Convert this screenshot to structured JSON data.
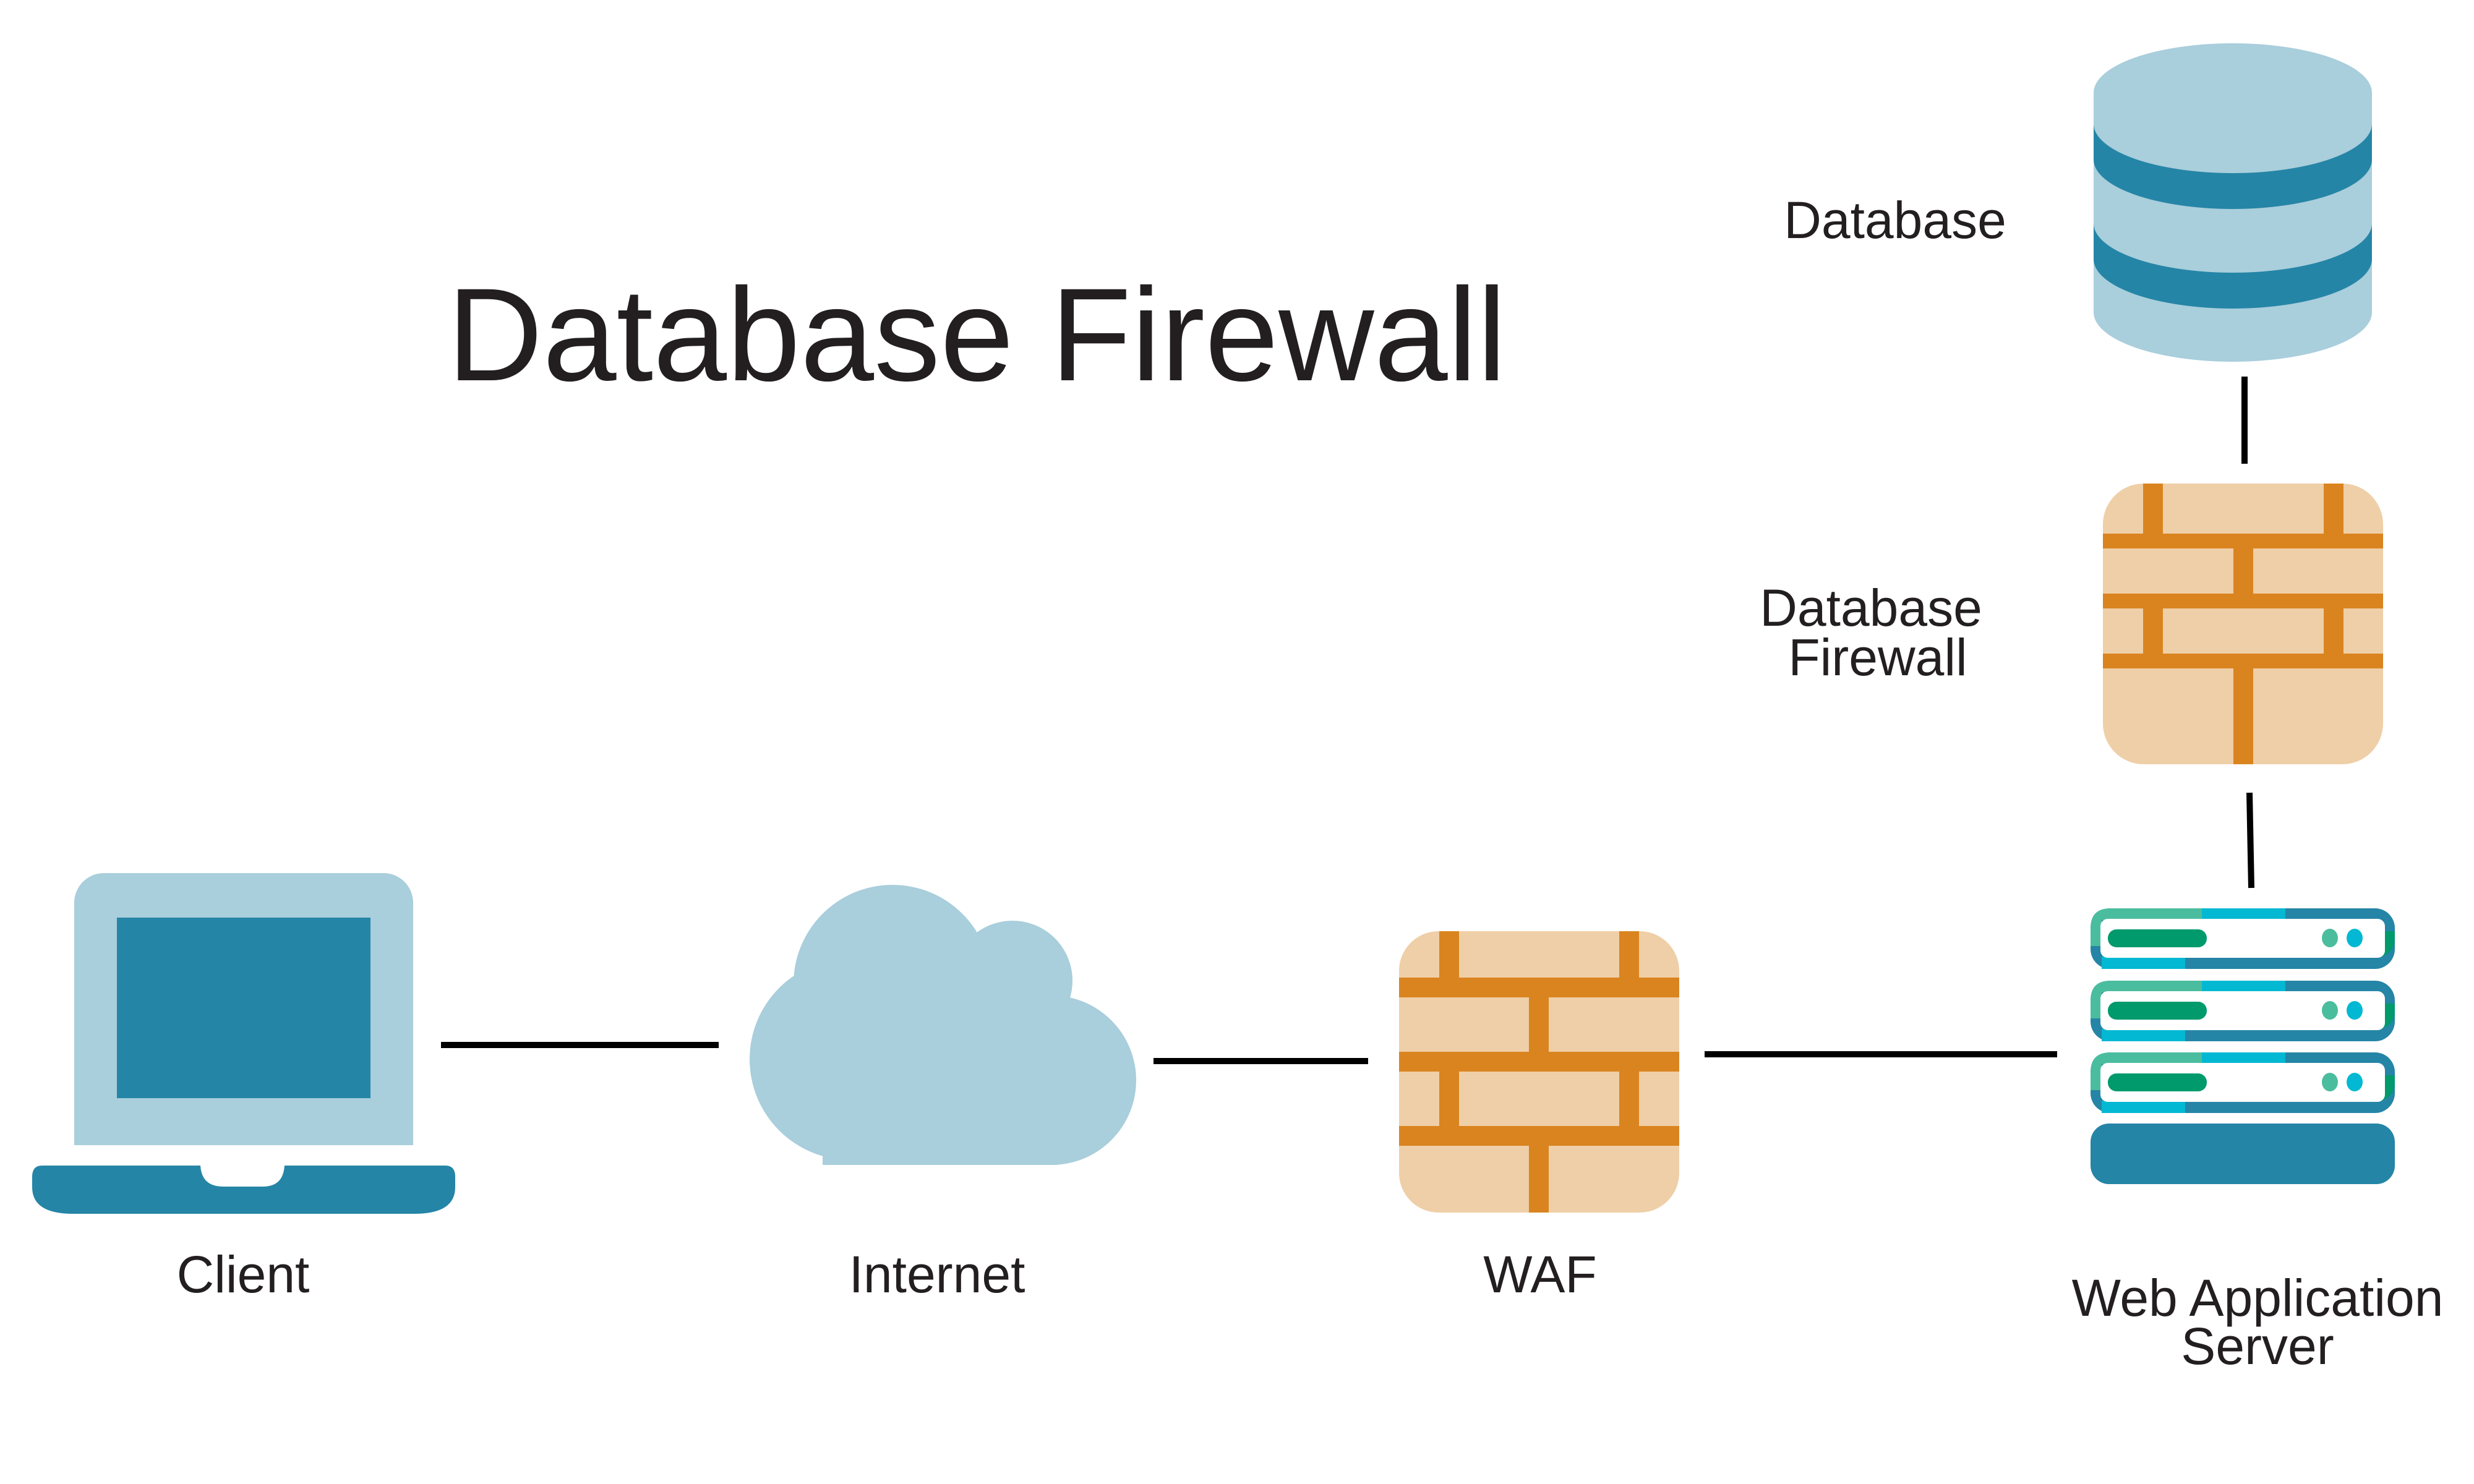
{
  "title": "Database Firewall",
  "nodes": {
    "client": {
      "label": "Client",
      "icon": "laptop-icon"
    },
    "internet": {
      "label": "Internet",
      "icon": "cloud-icon"
    },
    "waf": {
      "label": "WAF",
      "icon": "brick-firewall-icon"
    },
    "web_server": {
      "label_line1": "Web Application",
      "label_line2": "Server",
      "icon": "server-rack-icon"
    },
    "db_firewall": {
      "label_line1": "Database",
      "label_line2": "Firewall",
      "icon": "brick-firewall-icon"
    },
    "database": {
      "label": "Database",
      "icon": "database-cylinder-icon"
    }
  },
  "connections": [
    {
      "from": "client",
      "to": "internet"
    },
    {
      "from": "internet",
      "to": "waf"
    },
    {
      "from": "waf",
      "to": "web_server"
    },
    {
      "from": "web_server",
      "to": "db_firewall"
    },
    {
      "from": "db_firewall",
      "to": "database"
    }
  ],
  "colors": {
    "light_blue": "#a9cedc",
    "dark_teal": "#2585a6",
    "brick_fill": "#efcfa7",
    "brick_mortar": "#da8420",
    "server_green": "#009a6c",
    "server_mint": "#4bbd9f",
    "server_cyan": "#03b8d2",
    "line": "#000000",
    "text": "#231f20"
  }
}
